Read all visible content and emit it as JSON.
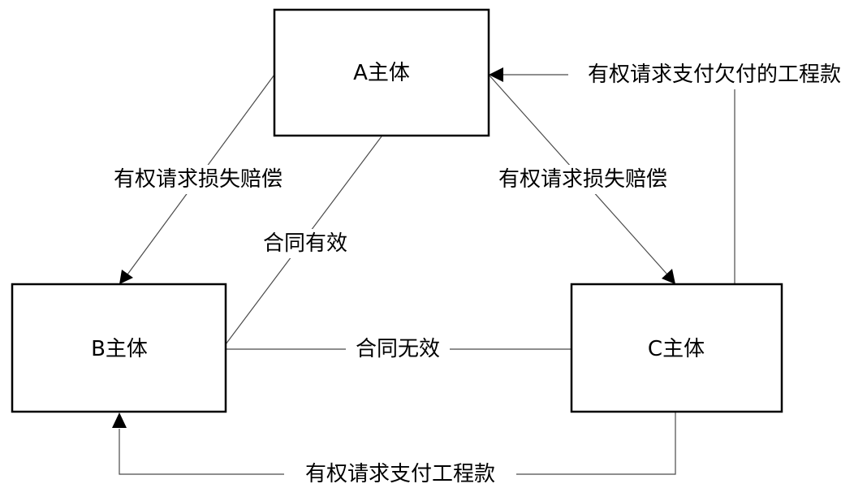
{
  "nodes": {
    "a": {
      "label": "A主体"
    },
    "b": {
      "label": "B主体"
    },
    "c": {
      "label": "C主体"
    }
  },
  "edges": {
    "a_to_b": {
      "label": "有权请求损失赔偿"
    },
    "a_b_contract": {
      "label": "合同有效"
    },
    "a_to_c": {
      "label": "有权请求损失赔偿"
    },
    "c_to_a": {
      "label": "有权请求支付欠付的工程款"
    },
    "b_c_contract": {
      "label": "合同无效"
    },
    "c_to_b": {
      "label": "有权请求支付工程款"
    }
  }
}
